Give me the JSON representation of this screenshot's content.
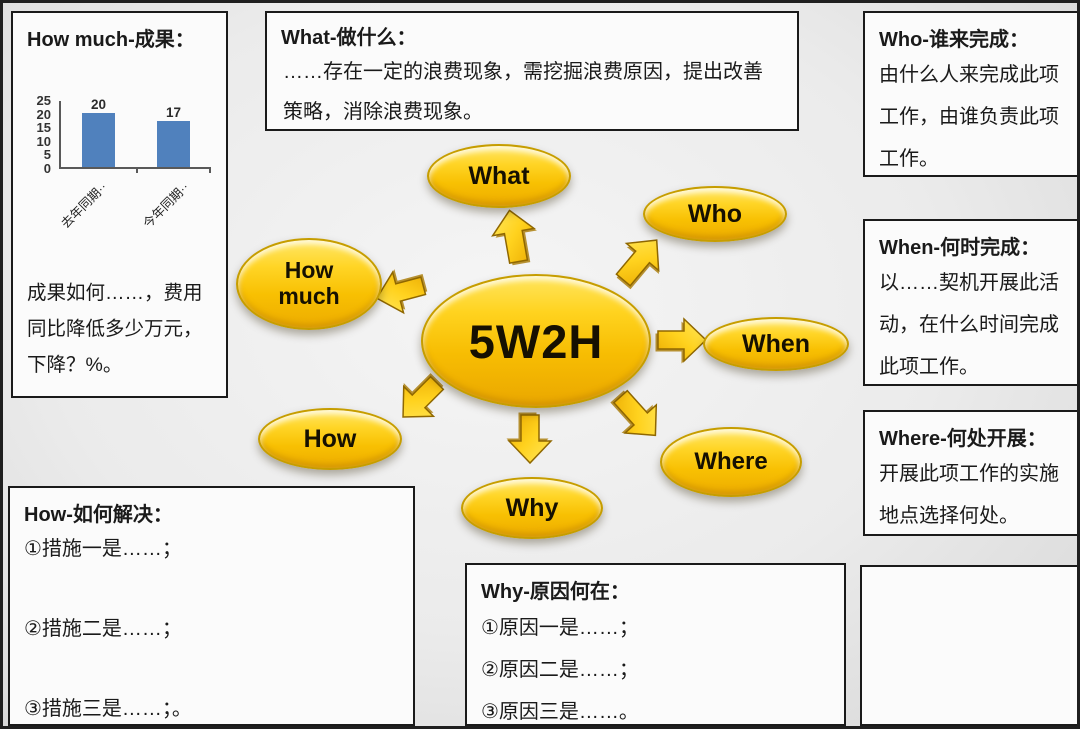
{
  "slide": {
    "background": "#ebebeb",
    "border_color": "#1f1f1f"
  },
  "center_node": {
    "label": "5W2H"
  },
  "nodes": [
    {
      "id": "what",
      "label": "What"
    },
    {
      "id": "who",
      "label": "Who"
    },
    {
      "id": "when",
      "label": "When"
    },
    {
      "id": "where",
      "label": "Where"
    },
    {
      "id": "why",
      "label": "Why"
    },
    {
      "id": "how",
      "label": "How"
    },
    {
      "id": "how_much",
      "label": "How much"
    }
  ],
  "boxes": {
    "how_much": {
      "title": "How much-成果：",
      "body": "成果如何……，费用同比降低多少万元，下降？%。"
    },
    "what": {
      "title": "What-做什么：",
      "body": "……存在一定的浪费现象，需挖掘浪费原因，提出改善策略，消除浪费现象。"
    },
    "who": {
      "title": "Who-谁来完成：",
      "body": "由什么人来完成此项工作，由谁负责此项工作。"
    },
    "when": {
      "title": "When-何时完成：",
      "body": "以……契机开展此活动，在什么时间完成此项工作。"
    },
    "where": {
      "title": "Where-何处开展：",
      "body": "开展此项工作的实施地点选择何处。"
    },
    "how": {
      "title": "How-如何解决：",
      "items": [
        "①措施一是……；",
        "②措施二是……；",
        "③措施三是……；。"
      ]
    },
    "why": {
      "title": "Why-原因何在：",
      "items": [
        "①原因一是……；",
        "②原因二是……；",
        "③原因三是……。"
      ]
    }
  },
  "chart_data": {
    "type": "bar",
    "categories": [
      "去年同期··",
      "今年同期··"
    ],
    "values": [
      20,
      17
    ],
    "title": "",
    "xlabel": "",
    "ylabel": "",
    "ylim": [
      0,
      25
    ],
    "yticks": [
      0,
      5,
      10,
      15,
      20,
      25
    ],
    "bar_color": "#5081bd",
    "grid": false,
    "legend": "none"
  },
  "colors": {
    "node_gold": "#f8c002",
    "node_border": "#c69d00",
    "arrow_gold": "#ffd21e",
    "box_bg": "#fbfbfb",
    "box_border": "#1a1a1a",
    "text": "#1a1a1a",
    "bar_blue": "#5081bd"
  }
}
